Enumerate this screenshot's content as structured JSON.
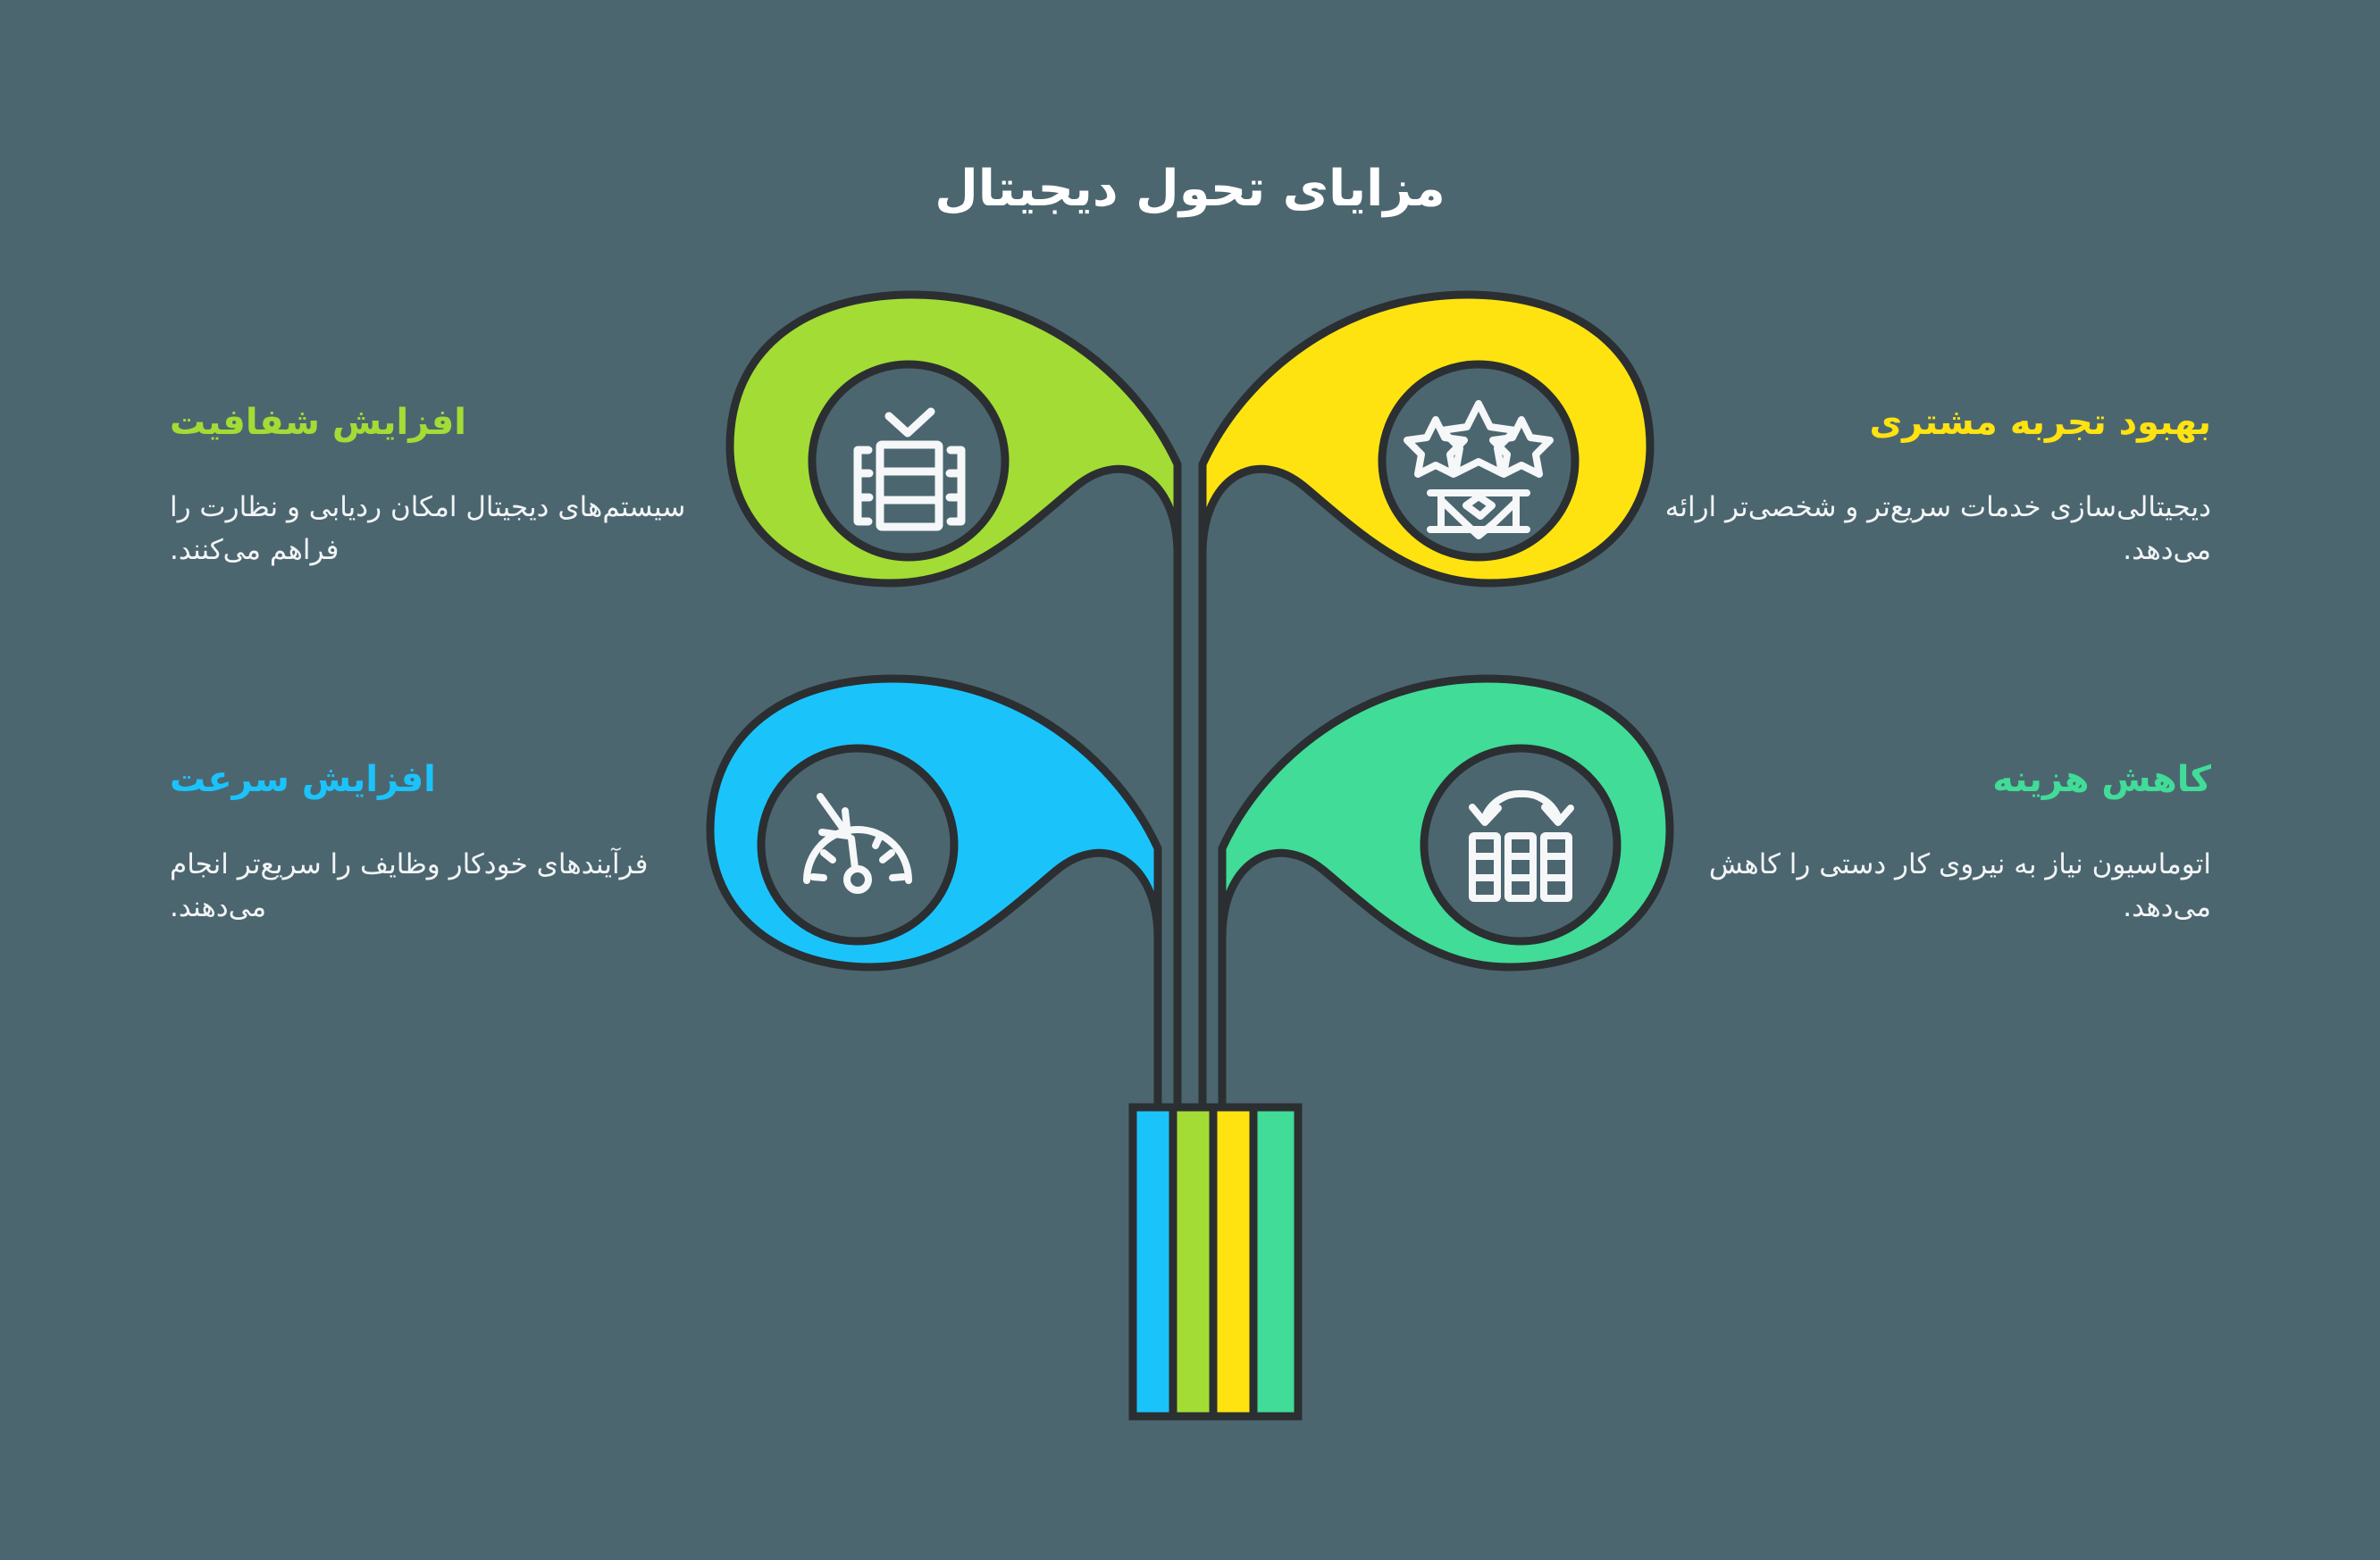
{
  "page": {
    "title": "مزایای تحول دیجیتال",
    "background_color": "#4c6670",
    "outline_color": "#2b2f31",
    "title_color": "#ffffff",
    "body_text_color": "#f2f5f6"
  },
  "branches": [
    {
      "key": "transparency",
      "heading": "افزایش شفافیت",
      "description": "سیستم‌های دیجیتال امکان ردیابی و نظارت را فراهم می‌کنند.",
      "color": "#a3dc35",
      "color_name": "green",
      "side": "left",
      "row": "top",
      "icon": "ledger-check-icon"
    },
    {
      "key": "customer_experience",
      "heading": "بهبود تجربه مشتری",
      "description": "دیجیتالی‌سازی خدمات سریع‌تر و شخصی‌تر ارائه می‌دهد.",
      "color": "#fee310",
      "color_name": "yellow",
      "side": "right",
      "row": "top",
      "icon": "stars-handshake-icon"
    },
    {
      "key": "speed",
      "heading": "افزایش سرعت",
      "description": "فرآیندهای خودکار وظایف را سریع‌تر انجام می‌دهند.",
      "color": "#1bc3fb",
      "color_name": "blue",
      "side": "left",
      "row": "bottom",
      "icon": "speedometer-arrow-icon"
    },
    {
      "key": "cost_reduction",
      "heading": "کاهش هزینه",
      "description": "اتوماسیون نیاز به نیروی کار دستی را کاهش می‌دهد.",
      "color": "#41dc98",
      "color_name": "teal",
      "side": "right",
      "row": "bottom",
      "icon": "cost-down-bars-icon"
    }
  ],
  "stem": {
    "stripes": [
      "#1bc3fb",
      "#a3dc35",
      "#fee310",
      "#41dc98"
    ],
    "stripe_names": [
      "blue",
      "green",
      "yellow",
      "teal"
    ]
  }
}
